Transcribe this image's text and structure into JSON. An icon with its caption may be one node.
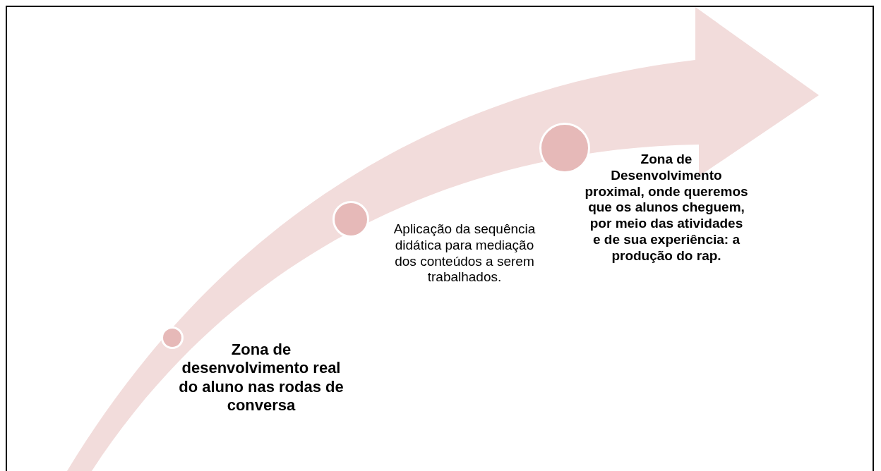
{
  "diagram": {
    "nodes": [
      {
        "text": [],
        "shape": "circle",
        "beside": [
          "Zona de desenvolvimento real do aluno nas rodas de conversa"
        ]
      },
      {
        "text": [],
        "shape": "circle",
        "beside": [
          "Aplicação da sequência didática para mediação dos conteúdos a serem trabalhados."
        ]
      },
      {
        "text": [],
        "shape": "circle",
        "beside": [
          "Zona de Desenvolvimento proximal, onde queremos que os alunos cheguem, por meio das atividades e de sua experiência: a produção do rap."
        ]
      }
    ]
  }
}
